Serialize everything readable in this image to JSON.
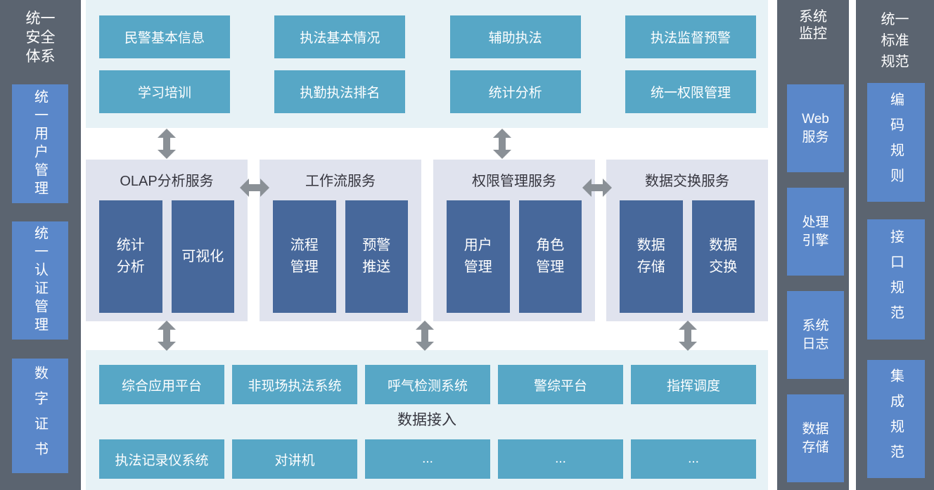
{
  "left_column": {
    "title": "统一\n安全\n体系",
    "items": [
      "统一用户管理",
      "统一认证管理",
      "数字证书"
    ]
  },
  "top_band": {
    "row1": [
      "民警基本信息",
      "执法基本情况",
      "辅助执法",
      "执法监督预警"
    ],
    "row2": [
      "学习培训",
      "执勤执法排名",
      "统计分析",
      "统一权限管理"
    ]
  },
  "service_band": {
    "panels": [
      {
        "title": "OLAP分析服务",
        "boxes": [
          "统计\n分析",
          "可视化"
        ]
      },
      {
        "title": "工作流服务",
        "boxes": [
          "流程\n管理",
          "预警\n推送"
        ]
      },
      {
        "title": "权限管理服务",
        "boxes": [
          "用户\n管理",
          "角色\n管理"
        ]
      },
      {
        "title": "数据交换服务",
        "boxes": [
          "数据\n存储",
          "数据\n交换"
        ]
      }
    ]
  },
  "access_band": {
    "row1": [
      "综合应用平台",
      "非现场执法系统",
      "呼气检测系统",
      "警综平台",
      "指挥调度"
    ],
    "label": "数据接入",
    "row2": [
      "执法记录仪系统",
      "对讲机",
      "...",
      "...",
      "..."
    ]
  },
  "monitor_column": {
    "title": "系统\n监控",
    "items": [
      "Web\n服务",
      "处理\n引擎",
      "系统\n日志",
      "数据\n存储"
    ]
  },
  "standards_column": {
    "title": "统一\n标准\n规范",
    "items": [
      "编码规则",
      "接口规范",
      "集成规范"
    ]
  },
  "colors": {
    "side_column_bg": "#5b6470",
    "side_box_blue": "#5a87c9",
    "teal_button": "#57a7c6",
    "light_band_bg": "#e7f2f6",
    "panel_bg": "#e0e3ee",
    "dark_blue_box": "#47689b",
    "arrow_gray": "#8a9096",
    "title_text": "#36363f"
  }
}
